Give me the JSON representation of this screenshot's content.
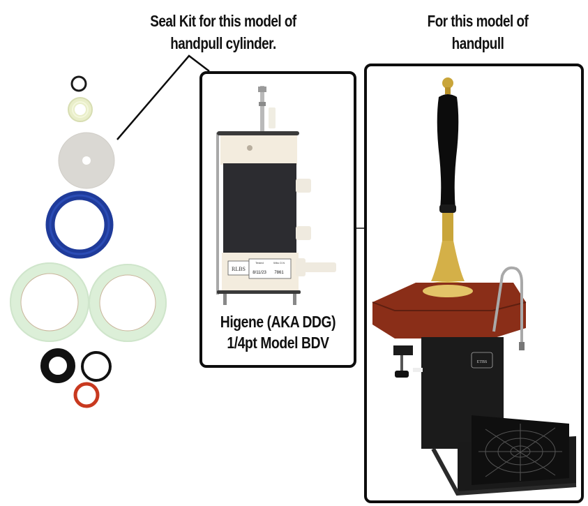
{
  "captions": {
    "seal_kit": {
      "line1": "Seal Kit for this model of",
      "line2": "handpull cylinder."
    },
    "handpull": {
      "line1": "For this model of",
      "line2": "handpull"
    }
  },
  "cylinder_box": {
    "label_line1": "Higene (AKA DDG)",
    "label_line2": "1/4pt Model BDV",
    "sticker_brand": "RLBS",
    "sticker_tested": "Tested",
    "sticker_date": "8/11/23",
    "sticker_wks": "Wks O.N",
    "sticker_num": "7861"
  },
  "handpull_box": {
    "badge_text": "ETBS"
  },
  "seal_kit_parts": [
    {
      "name": "small-black-o-ring",
      "color": "#1a1a1a"
    },
    {
      "name": "cream-bush-seal",
      "color": "#e6ecc4"
    },
    {
      "name": "white-disc-washer",
      "color": "#d8d6d0"
    },
    {
      "name": "blue-lip-seal",
      "color": "#1f3b9a"
    },
    {
      "name": "green-piston-seal-left",
      "color": "#dcefd8"
    },
    {
      "name": "green-piston-seal-right",
      "color": "#dcefd8"
    },
    {
      "name": "black-flat-washer",
      "color": "#111111"
    },
    {
      "name": "black-o-ring",
      "color": "#111111"
    },
    {
      "name": "red-o-ring",
      "color": "#c8391f"
    }
  ],
  "colors": {
    "border": "#0d0d0d",
    "text": "#111111"
  }
}
